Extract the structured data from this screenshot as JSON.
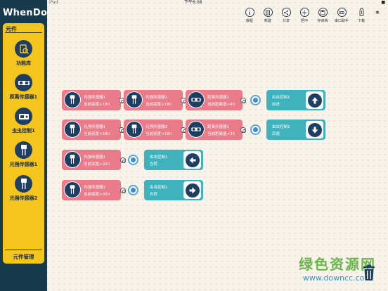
{
  "status_bar": {
    "left": "iPad",
    "time": "下午6:08",
    "battery": "■"
  },
  "app": {
    "logo": "WhenDo"
  },
  "sidebar": {
    "header": "元件",
    "items": [
      {
        "label": "功能库",
        "icon": "library-icon"
      },
      {
        "label": "距离传感器1",
        "icon": "distance-sensor-icon"
      },
      {
        "label": "虫虫控制1",
        "icon": "bug-controller-icon"
      },
      {
        "label": "光强传感器1",
        "icon": "light-sensor-icon"
      },
      {
        "label": "光强传感器2",
        "icon": "light-sensor-icon"
      }
    ],
    "footer": "元件管理"
  },
  "toolbar": [
    {
      "label": "教程",
      "icon": "info-icon"
    },
    {
      "label": "新建",
      "icon": "new-icon"
    },
    {
      "label": "分享",
      "icon": "share-icon"
    },
    {
      "label": "居中",
      "icon": "center-icon"
    },
    {
      "label": "存读档",
      "icon": "save-load-icon"
    },
    {
      "label": "串口助手",
      "icon": "serial-icon"
    },
    {
      "label": "下载",
      "icon": "download-icon"
    }
  ],
  "rules": [
    {
      "conditions": [
        {
          "name": "光强传感器1",
          "cond": "当前亮度<180",
          "icon": "light-sensor-icon"
        },
        {
          "name": "光强传感器2",
          "cond": "当前亮度<180",
          "icon": "light-sensor-icon"
        },
        {
          "name": "距离传感器1",
          "cond": "当前距离值>40",
          "icon": "distance-sensor-icon"
        }
      ],
      "action": {
        "name": "虫虫控制1",
        "act": "前进",
        "arrow": "arrow-up-icon"
      }
    },
    {
      "conditions": [
        {
          "name": "光强传感器1",
          "cond": "当前亮度<180",
          "icon": "light-sensor-icon"
        },
        {
          "name": "光强传感器2",
          "cond": "当前亮度<180",
          "icon": "light-sensor-icon"
        },
        {
          "name": "距离传感器1",
          "cond": "当前距离值<35",
          "icon": "distance-sensor-icon"
        }
      ],
      "action": {
        "name": "虫虫控制1",
        "act": "后退",
        "arrow": "arrow-down-icon"
      }
    },
    {
      "conditions": [
        {
          "name": "光强传感器1",
          "cond": "当前亮度>200",
          "icon": "light-sensor-icon"
        }
      ],
      "action": {
        "name": "虫虫控制1",
        "act": "左转",
        "arrow": "arrow-left-icon"
      }
    },
    {
      "conditions": [
        {
          "name": "光强传感器2",
          "cond": "当前亮度>200",
          "icon": "light-sensor-icon"
        }
      ],
      "action": {
        "name": "虫虫控制1",
        "act": "右转",
        "arrow": "arrow-right-icon"
      }
    }
  ],
  "watermark": {
    "line1": "绿色资源网",
    "line2": "www.downcc.com"
  },
  "colors": {
    "sensor": "#ea7c8a",
    "motor": "#3fb3bd",
    "sidebar": "#f4c51d",
    "dark": "#173a4c",
    "icon": "#1f3e63"
  }
}
